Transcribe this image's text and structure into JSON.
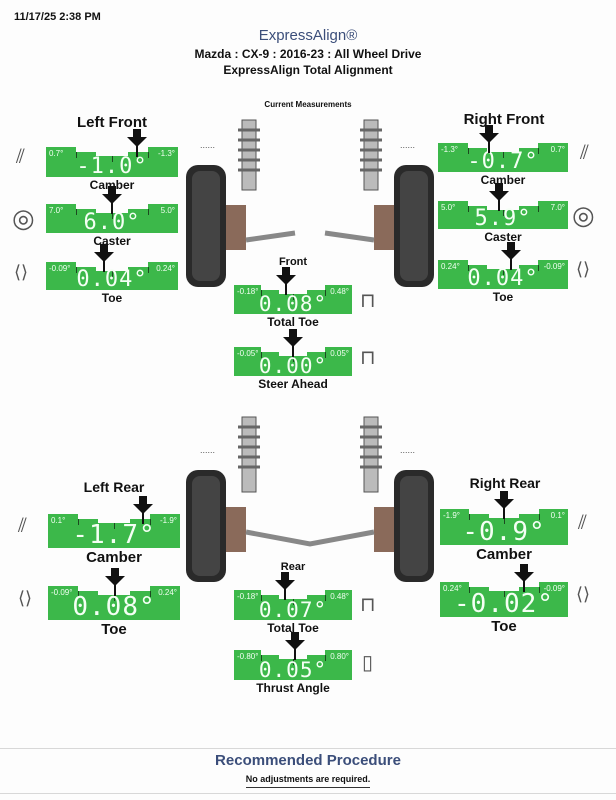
{
  "timestamp": "11/17/25 2:38 PM",
  "brand": "ExpressAlign®",
  "vehicle": "Mazda : CX-9 : 2016-23 : All Wheel Drive",
  "procedure_title": "ExpressAlign Total Alignment",
  "section_label": "Current Measurements",
  "dots": "......",
  "wheels": {
    "left_front": "Left Front",
    "right_front": "Right Front",
    "left_rear": "Left Rear",
    "right_rear": "Right Rear",
    "front": "Front",
    "rear": "Rear"
  },
  "gauges": {
    "lf_camber": {
      "label": "Camber",
      "min": "0.7°",
      "max": "-1.3°",
      "value": "-1.0°",
      "range": [
        0.7,
        -1.3
      ],
      "reading": -1.0
    },
    "lf_caster": {
      "label": "Caster",
      "min": "7.0°",
      "max": "5.0°",
      "value": "6.0°",
      "range": [
        7.0,
        5.0
      ],
      "reading": 6.0
    },
    "lf_toe": {
      "label": "Toe",
      "min": "-0.09°",
      "max": "0.24°",
      "value": "0.04°",
      "range": [
        -0.09,
        0.24
      ],
      "reading": 0.04
    },
    "rf_camber": {
      "label": "Camber",
      "min": "-1.3°",
      "max": "0.7°",
      "value": "-0.7°",
      "range": [
        -1.3,
        0.7
      ],
      "reading": -0.7
    },
    "rf_caster": {
      "label": "Caster",
      "min": "5.0°",
      "max": "7.0°",
      "value": "5.9°",
      "range": [
        5.0,
        7.0
      ],
      "reading": 5.9
    },
    "rf_toe": {
      "label": "Toe",
      "min": "0.24°",
      "max": "-0.09°",
      "value": "0.04°",
      "range": [
        0.24,
        -0.09
      ],
      "reading": 0.04
    },
    "front_total_toe": {
      "label": "Total Toe",
      "min": "-0.18°",
      "max": "0.48°",
      "value": "0.08°",
      "range": [
        -0.18,
        0.48
      ],
      "reading": 0.08
    },
    "steer_ahead": {
      "label": "Steer Ahead",
      "min": "-0.05°",
      "max": "0.05°",
      "value": "0.00°",
      "range": [
        -0.05,
        0.05
      ],
      "reading": 0.0
    },
    "lr_camber": {
      "label": "Camber",
      "min": "0.1°",
      "max": "-1.9°",
      "value": "-1.7°",
      "range": [
        0.1,
        -1.9
      ],
      "reading": -1.7
    },
    "lr_toe": {
      "label": "Toe",
      "min": "-0.09°",
      "max": "0.24°",
      "value": "0.08°",
      "range": [
        -0.09,
        0.24
      ],
      "reading": 0.08
    },
    "rr_camber": {
      "label": "Camber",
      "min": "-1.9°",
      "max": "0.1°",
      "value": "-0.9°",
      "range": [
        -1.9,
        0.1
      ],
      "reading": -0.9
    },
    "rr_toe": {
      "label": "Toe",
      "min": "0.24°",
      "max": "-0.09°",
      "value": "-0.02°",
      "range": [
        0.24,
        -0.09
      ],
      "reading": -0.02
    },
    "rear_total_toe": {
      "label": "Total Toe",
      "min": "-0.18°",
      "max": "0.48°",
      "value": "0.07°",
      "range": [
        -0.18,
        0.48
      ],
      "reading": 0.07
    },
    "thrust_angle": {
      "label": "Thrust Angle",
      "min": "-0.80°",
      "max": "0.80°",
      "value": "0.05°",
      "range": [
        -0.8,
        0.8
      ],
      "reading": 0.05
    }
  },
  "recommended": {
    "title": "Recommended Procedure",
    "message": "No adjustments are required."
  }
}
